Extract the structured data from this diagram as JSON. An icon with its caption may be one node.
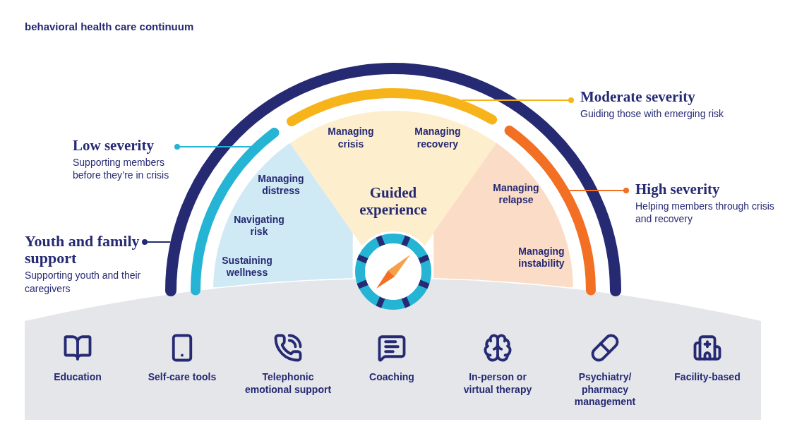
{
  "diagram": {
    "title": "behavioral health care continuum",
    "nodes": [
      {
        "text": [
          "Low severity",
          "Supporting members before they’re in crisis"
        ]
      },
      {
        "text": [
          "Moderate severity",
          "Guiding those with emerging risk"
        ]
      },
      {
        "text": [
          "High severity",
          "Helping members through crisis and recovery"
        ]
      },
      {
        "text": [
          "Youth and family support",
          "Supporting youth and their caregivers"
        ]
      },
      {
        "text": [
          "Managing distress",
          "Navigating risk",
          "Sustaining wellness"
        ]
      },
      {
        "text": [
          "Managing crisis",
          "Managing recovery",
          "Guided experience"
        ]
      },
      {
        "text": [
          "Managing relapse",
          "Managing instability"
        ]
      }
    ],
    "edges": [
      {
        "from": 0,
        "to": 4,
        "arrow": "other",
        "color": "#25b4d4"
      },
      {
        "from": 1,
        "to": 5,
        "arrow": "other",
        "color": "#f7b41a"
      },
      {
        "from": 2,
        "to": 6,
        "arrow": "other",
        "color": "#f26f24"
      },
      {
        "from": 3,
        "to": null,
        "arrow": "other",
        "color": "#262a73"
      }
    ],
    "labels": [
      "Education",
      "Self-care tools",
      "Telephonic emotional support",
      "Coaching",
      "In-person or virtual therapy",
      "Psychiatry/ pharmacy management",
      "Facility-based"
    ]
  }
}
